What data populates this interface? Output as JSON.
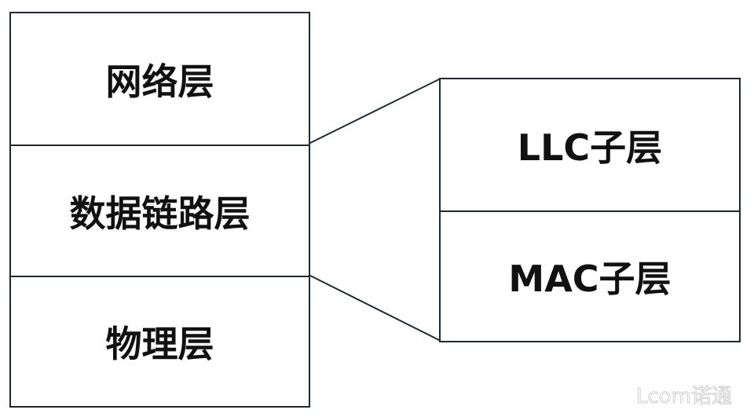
{
  "left_stack": {
    "layers": [
      "网络层",
      "数据链路层",
      "物理层"
    ]
  },
  "right_stack": {
    "sublayers": [
      "LLC子层",
      "MAC子层"
    ]
  },
  "watermark": "Lcom诺通",
  "colors": {
    "border": "#1c2b33",
    "text": "#111111"
  }
}
